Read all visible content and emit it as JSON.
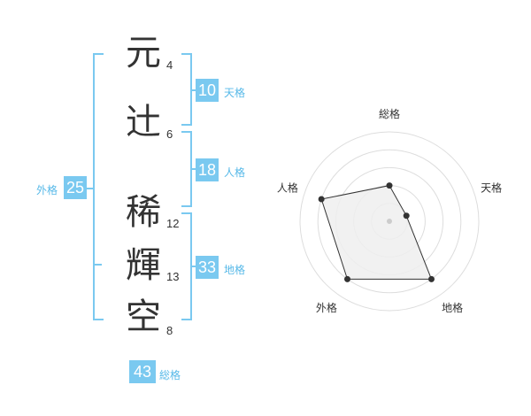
{
  "name": {
    "chars": [
      {
        "kanji": "元",
        "strokes": "4"
      },
      {
        "kanji": "辻",
        "strokes": "6"
      },
      {
        "kanji": "稀",
        "strokes": "12"
      },
      {
        "kanji": "輝",
        "strokes": "13"
      },
      {
        "kanji": "空",
        "strokes": "8"
      }
    ]
  },
  "fortune": {
    "tenkaku": {
      "value": "10",
      "label": "天格"
    },
    "jinkaku": {
      "value": "18",
      "label": "人格"
    },
    "chikaku": {
      "value": "33",
      "label": "地格"
    },
    "gaikaku": {
      "value": "25",
      "label": "外格"
    },
    "soukaku": {
      "value": "43",
      "label": "総格"
    }
  },
  "chart_data": {
    "type": "radar",
    "axes": [
      "総格",
      "天格",
      "地格",
      "外格",
      "人格"
    ],
    "values": [
      2,
      1,
      4,
      4,
      4
    ],
    "max": 5,
    "rings": 5,
    "colors": {
      "fill": "#eeeeee",
      "line": "#333333",
      "grid": "#dddddd",
      "point": "#333333"
    }
  }
}
